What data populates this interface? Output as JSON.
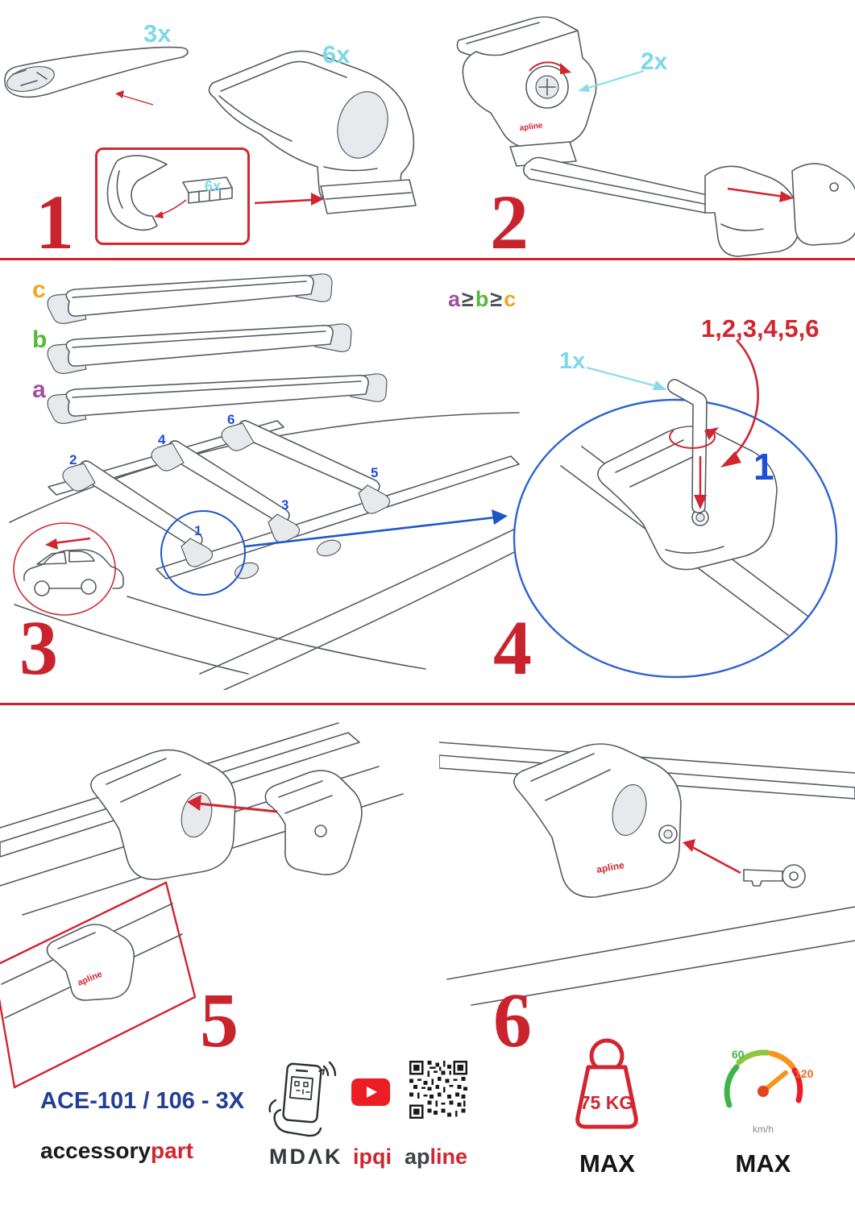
{
  "colors": {
    "red": "#d12630",
    "cyan": "#7cd9e8",
    "blue": "#1d56c8",
    "navy": "#233e92",
    "purple": "#a14fa0",
    "green": "#56b93c",
    "orange": "#f2a51d"
  },
  "logo": {
    "apline": "apline"
  },
  "step1": {
    "number": "1",
    "bar_qty": "3x",
    "foot_qty": "6x",
    "pad_qty": "6x"
  },
  "step2": {
    "number": "2",
    "clamp_qty": "2x"
  },
  "step3": {
    "number": "3",
    "label_a": "a",
    "label_b": "b",
    "label_c": "c",
    "size_rule": {
      "a": "a",
      "gte1": "≥",
      "b": "b",
      "gte2": "≥",
      "c": "c"
    },
    "positions": {
      "p1": "1",
      "p2": "2",
      "p3": "3",
      "p4": "4",
      "p5": "5",
      "p6": "6"
    }
  },
  "step4": {
    "number": "4",
    "tool_qty": "1x",
    "tighten_sequence": "1,2,3,4,5,6",
    "first_position": "1"
  },
  "step5": {
    "number": "5"
  },
  "step6": {
    "number": "6"
  },
  "footer": {
    "model": "ACE-101 / 106 - 3X",
    "brand_black": "accessory",
    "brand_red": "part",
    "logo_mdak": "MDΛK",
    "logo_ipqi": "ipqi",
    "logo_apline_dark": "ap",
    "logo_apline_red": "line",
    "weight_value": "75 KG",
    "weight_max": "MAX",
    "speed_low": "60",
    "speed_high": "120",
    "speed_unit": "km/h",
    "speed_max": "MAX"
  }
}
